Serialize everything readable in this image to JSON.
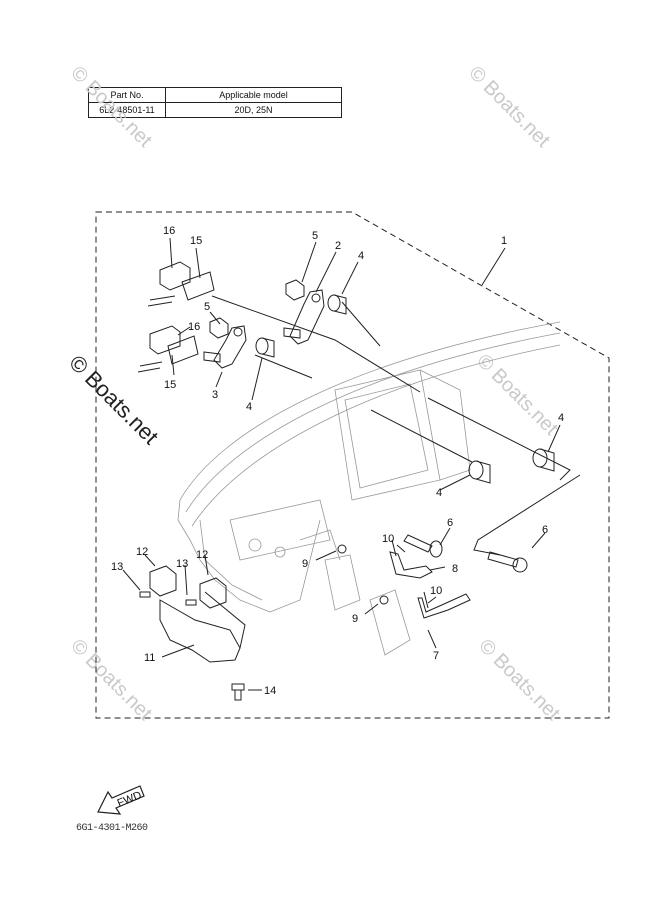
{
  "table": {
    "headers": [
      "Part No.",
      "Applicable model"
    ],
    "rows": [
      [
        "6L2-48501-11",
        "20D, 25N"
      ]
    ]
  },
  "watermarks": {
    "light": "© Boats.net",
    "dark": "© Boats.net"
  },
  "callouts": {
    "c1": "1",
    "c2": "2",
    "c3": "3",
    "c4a": "4",
    "c4b": "4",
    "c4c": "4",
    "c4d": "4",
    "c5a": "5",
    "c5b": "5",
    "c6a": "6",
    "c6b": "6",
    "c7": "7",
    "c8": "8",
    "c9a": "9",
    "c9b": "9",
    "c10a": "10",
    "c10b": "10",
    "c11": "11",
    "c12a": "12",
    "c12b": "12",
    "c13a": "13",
    "c13b": "13",
    "c14": "14",
    "c15a": "15",
    "c15b": "15",
    "c16a": "16",
    "c16b": "16"
  },
  "fwd_label": "FWD",
  "diagram_code": "6G1-4301-M260"
}
